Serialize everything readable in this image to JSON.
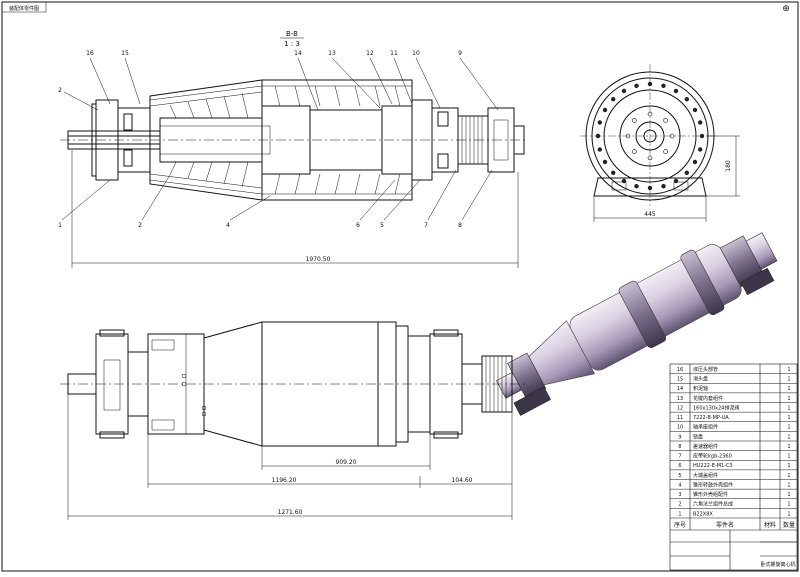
{
  "stamp_label": "装配体零件图",
  "section": {
    "name": "B-B",
    "scale": "1 : 3"
  },
  "balloons_top": [
    "16",
    "15",
    "2",
    "14",
    "13",
    "12",
    "11",
    "10",
    "9"
  ],
  "balloons_bottom": [
    "1",
    "2",
    "4",
    "6",
    "5",
    "7",
    "8"
  ],
  "dims": {
    "overall_section": "1970.50",
    "face_width": "445",
    "height_right": "180",
    "inner_span": "909.20",
    "left_span": "1196.20",
    "right_end": "104.60",
    "overall_front": "1271.60"
  },
  "bom": {
    "rows": [
      {
        "no": "16",
        "name": "液压头部管",
        "qty": "1"
      },
      {
        "no": "15",
        "name": "滑头盘",
        "qty": "1"
      },
      {
        "no": "14",
        "name": "积泥轴",
        "qty": "1"
      },
      {
        "no": "13",
        "name": "花键内套组件",
        "qty": "1"
      },
      {
        "no": "12",
        "name": "160x130x24排泥阀",
        "qty": "1"
      },
      {
        "no": "11",
        "name": "7222-B-MP-UA",
        "qty": "1"
      },
      {
        "no": "10",
        "name": "轴承座组件",
        "qty": "1"
      },
      {
        "no": "9",
        "name": "锁盘",
        "qty": "1"
      },
      {
        "no": "8",
        "name": "差速器组件",
        "qty": "1"
      },
      {
        "no": "7",
        "name": "皮带轮kgb-2360",
        "qty": "1"
      },
      {
        "no": "6",
        "name": "HU222-E-M1-C3",
        "qty": "1"
      },
      {
        "no": "5",
        "name": "大端盖组件",
        "qty": "1"
      },
      {
        "no": "4",
        "name": "锥形转鼓外壳组件",
        "qty": "1"
      },
      {
        "no": "3",
        "name": "锥形外壳组配件",
        "qty": "1"
      },
      {
        "no": "2",
        "name": "六角法兰组件总成",
        "qty": "1"
      },
      {
        "no": "1",
        "name": "B22X8X",
        "qty": "1"
      }
    ],
    "headers": {
      "no": "序号",
      "name": "零件名",
      "material": "材料",
      "qty": "数量"
    },
    "footer_company": "卧式螺旋离心机"
  }
}
